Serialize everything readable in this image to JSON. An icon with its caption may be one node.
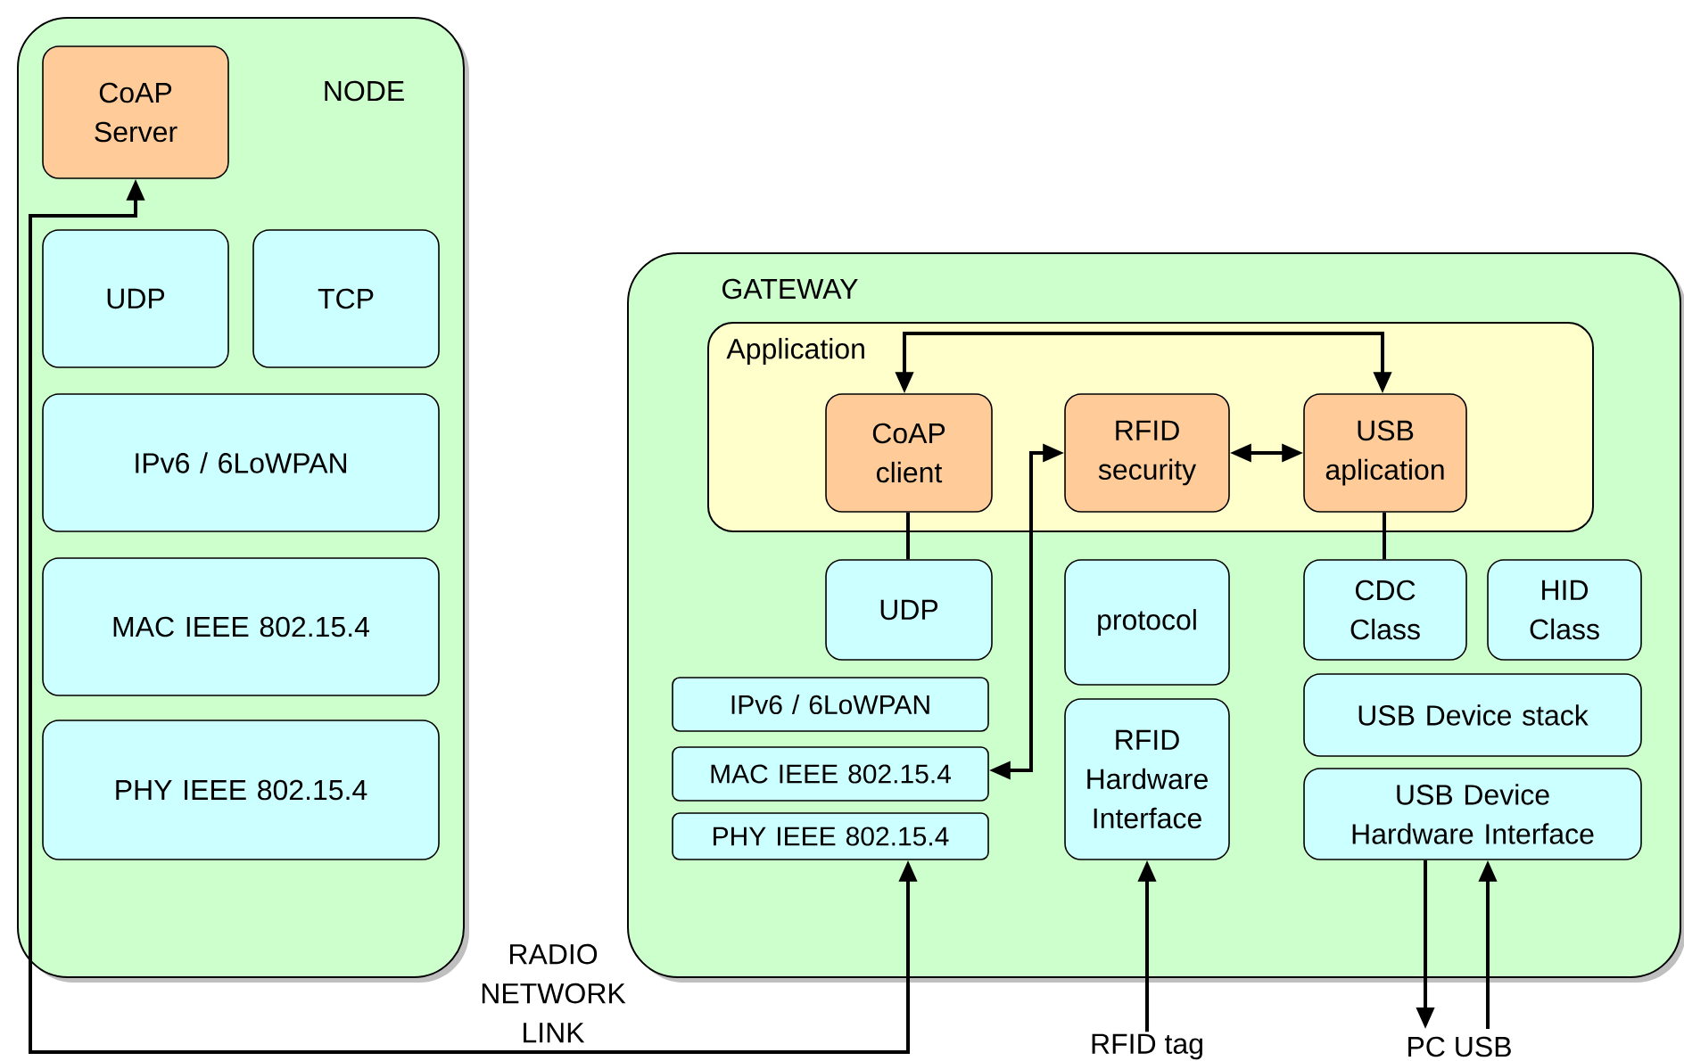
{
  "diagram": {
    "nodes": [
      {
        "text": [
          "NODE"
        ]
      },
      {
        "text": [
          "CoAP Server"
        ],
        "in": 0
      },
      {
        "text": [
          "UDP"
        ],
        "in": 0
      },
      {
        "text": [
          "TCP"
        ],
        "in": 0
      },
      {
        "text": [
          "IPv6 / 6LoWPAN"
        ],
        "in": 0
      },
      {
        "text": [
          "MAC IEEE 802.15.4"
        ],
        "in": 0
      },
      {
        "text": [
          "PHY IEEE 802.15.4"
        ],
        "in": 0
      },
      {
        "text": [
          "GATEWAY"
        ]
      },
      {
        "text": [
          "Application"
        ],
        "in": 7
      },
      {
        "text": [
          "CoAP client"
        ],
        "in": 8
      },
      {
        "text": [
          "RFID security"
        ],
        "in": 8
      },
      {
        "text": [
          "USB aplication"
        ],
        "in": 8
      },
      {
        "text": [
          "UDP"
        ],
        "in": 7
      },
      {
        "text": [
          "protocol"
        ],
        "in": 7
      },
      {
        "text": [
          "RFID Hardware Interface"
        ],
        "in": 7
      },
      {
        "text": [
          "CDC Class"
        ],
        "in": 7
      },
      {
        "text": [
          "HID Class"
        ],
        "in": 7
      },
      {
        "text": [
          "USB Device stack"
        ],
        "in": 7
      },
      {
        "text": [
          "USB Device Hardware Interface"
        ],
        "in": 7
      },
      {
        "text": [
          "IPv6 / 6LoWPAN"
        ],
        "in": 7
      },
      {
        "text": [
          "MAC IEEE 802.15.4"
        ],
        "in": 7
      },
      {
        "text": [
          "PHY IEEE 802.15.4"
        ],
        "in": 7
      },
      {
        "text": [
          "RFID tag"
        ]
      },
      {
        "text": [
          "PC USB"
        ]
      }
    ],
    "edges": [
      {
        "from": 1,
        "to": 21,
        "arrow": "both",
        "label": "RADIO NETWORK LINK"
      },
      {
        "from": 9,
        "to": 11,
        "arrow": "both"
      },
      {
        "from": 10,
        "to": 20,
        "arrow": "both"
      },
      {
        "from": 10,
        "to": 11,
        "arrow": "both"
      },
      {
        "from": 9,
        "to": 12,
        "arrow": "none"
      },
      {
        "from": 11,
        "to": 15,
        "arrow": "none"
      },
      {
        "from": 22,
        "to": 14,
        "arrow": "to"
      },
      {
        "from": 18,
        "to": 23,
        "arrow": "to"
      },
      {
        "from": 23,
        "to": 18,
        "arrow": "to"
      }
    ]
  }
}
